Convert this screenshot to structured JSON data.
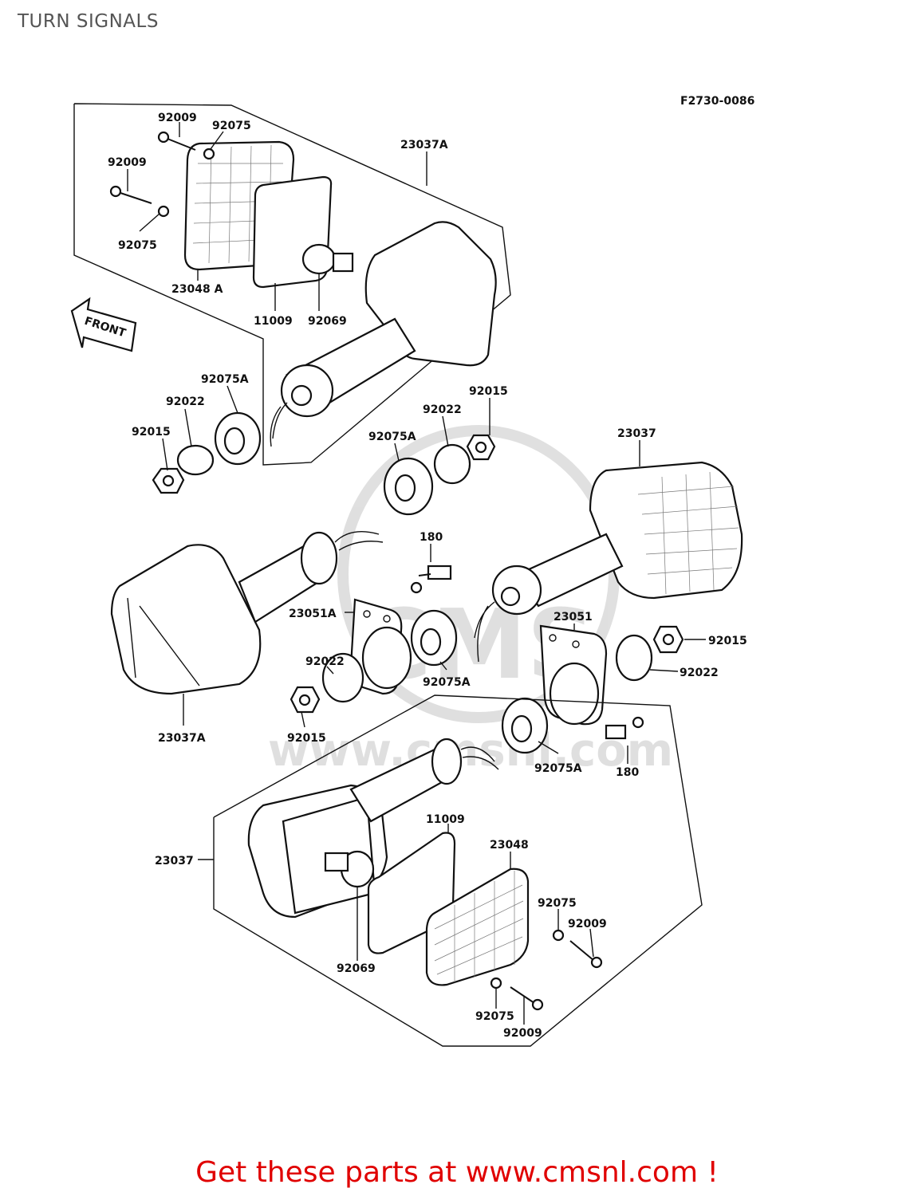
{
  "title": "TURN SIGNALS",
  "diagram_code": "F2730-0086",
  "front_label": "FRONT",
  "footer": "Get these parts at www.cmsnl.com !",
  "watermark": "CMS www.cmsnl.com",
  "labels": {
    "p92009_a": "92009",
    "p92075_a": "92075",
    "p23037A_top": "23037A",
    "p92009_b": "92009",
    "p92075_b": "92075",
    "p23048A": "23048 A",
    "p11009_top": "11009",
    "p92069_top": "92069",
    "p92075A_l": "92075A",
    "p92022_l": "92022",
    "p92015_l": "92015",
    "p92015_c": "92015",
    "p92022_c": "92022",
    "p92075A_c": "92075A",
    "p23037_r": "23037",
    "p180_top": "180",
    "p23051A": "23051A",
    "p92022_bl": "92022",
    "p92015_bl": "92015",
    "p23037A_bot": "23037A",
    "p92075A_bc": "92075A",
    "p23051": "23051",
    "p92015_r": "92015",
    "p92022_r": "92022",
    "p92075A_br": "92075A",
    "p180_bot": "180",
    "p11009_bot": "11009",
    "p23048": "23048",
    "p23037_bot": "23037",
    "p92075_br": "92075",
    "p92009_br": "92009",
    "p92069_bot": "92069",
    "p92075_bb": "92075",
    "p92009_bb": "92009"
  }
}
